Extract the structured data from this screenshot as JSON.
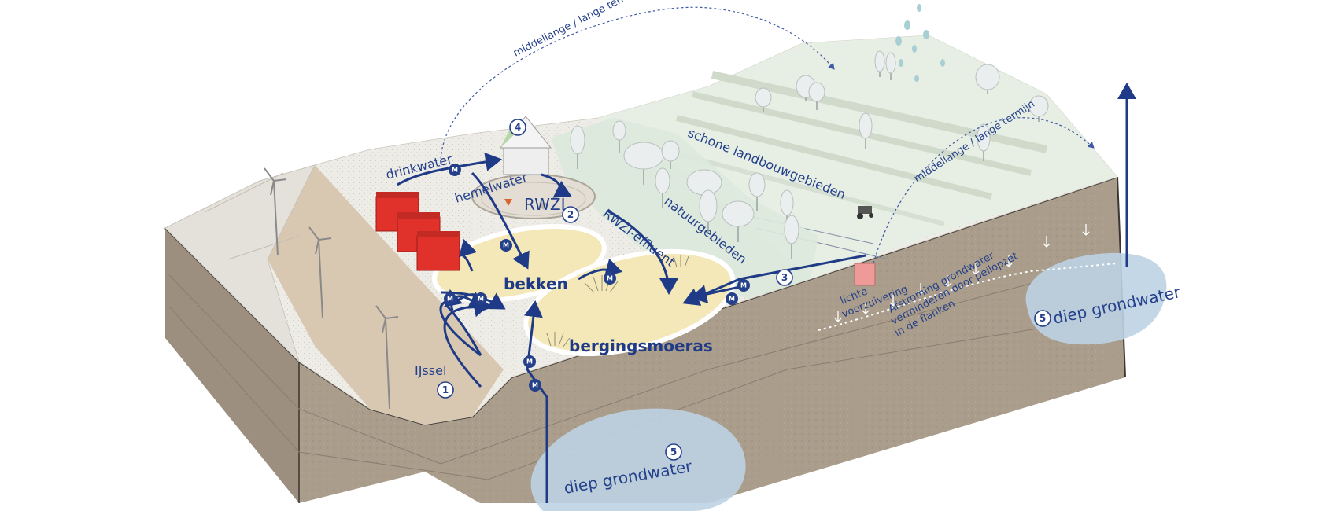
{
  "labels": {
    "drinkwater": "drinkwater",
    "hemelwater": "hemelwater",
    "rwzi": "RWZI",
    "bekken": "bekken",
    "bergingsmoeras": "bergingsmoeras",
    "rwzi_effluent": "RWZI-effluent",
    "natuurgebieden": "natuurgebieden",
    "schone_landbouwgebieden": "schone landbouwgebieden",
    "ijssel": "IJssel",
    "diep_grondwater_left": "diep grondwater",
    "diep_grondwater_right": "diep grondwater",
    "middellange_top": "middellange / lange termijn",
    "middellange_right": "middellange / lange termijn",
    "lichte_line1": "lichte",
    "lichte_line2": "voorzuivering",
    "afstroming_line1": "Afstroming grondwater",
    "afstroming_line2": "verminderen door peilopzet",
    "afstroming_line3": "in de flanken"
  },
  "markers": {
    "m": "M",
    "n1": "1",
    "n2": "2",
    "n3": "3",
    "n4": "4",
    "n5_left": "5",
    "n5_right": "5"
  },
  "colors": {
    "arrow": "#1f3a86",
    "marsh": "#f4e8b8",
    "nature": "#dce9dc",
    "farmland": "#e7eee4",
    "river": "#d9c8b1",
    "soil": "#a89a88",
    "groundwater": "#bcd3e3",
    "tanks": "#e0322b"
  }
}
